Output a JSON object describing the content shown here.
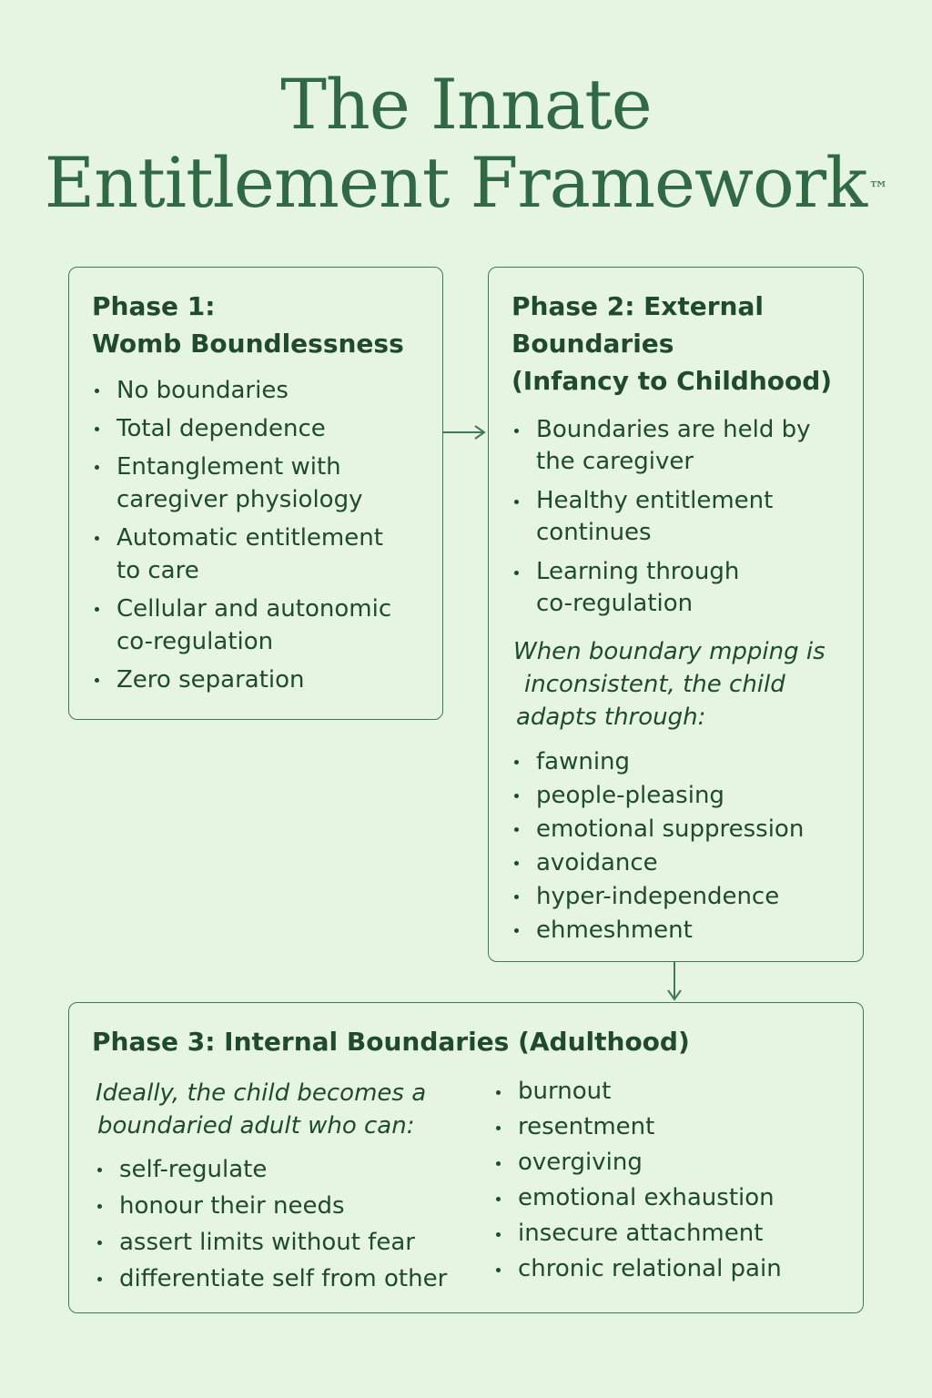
{
  "title": {
    "line1": "The Innate",
    "line2": "Entitlement Framework",
    "mark": "™"
  },
  "phase1": {
    "title_line1": "Phase 1:",
    "title_line2": "Womb Boundlessness",
    "items": [
      [
        "No boundaries"
      ],
      [
        "Total dependence"
      ],
      [
        "Entanglement with",
        "caregiver physiology"
      ],
      [
        "Automatic entitlement",
        "to care"
      ],
      [
        "Cellular and autonomic",
        "co-regulation"
      ],
      [
        "Zero separation"
      ]
    ]
  },
  "phase2": {
    "title_line1": "Phase 2: External",
    "title_line2": "Boundaries",
    "title_line3": "(Infancy to Childhood)",
    "items": [
      [
        "Boundaries are held by",
        "the caregiver"
      ],
      [
        "Healthy entitlement",
        "continues"
      ],
      [
        "Learning through",
        "co-regulation"
      ]
    ],
    "note_line1": "When boundary mpping is",
    "note_line2": "inconsistent, the child",
    "note_line3": "adapts through:",
    "adaptations": [
      "fawning",
      "people-pleasing",
      "emotional suppression",
      "avoidance",
      "hyper-independence",
      "ehmeshment"
    ]
  },
  "phase3": {
    "title": "Phase 3: Internal Boundaries (Adulthood)",
    "note_line1": "Ideally, the child becomes a",
    "note_line2": "boundaried adult who can:",
    "abilities": [
      "self-regulate",
      "honour their needs",
      "assert limits without fear",
      "differentiate self from other"
    ],
    "outcomes": [
      "burnout",
      "resentment",
      "overgiving",
      "emotional exhaustion",
      "insecure attachment",
      "chronic relational pain"
    ]
  },
  "colors": {
    "background": "#e6f4e2",
    "title": "#2f6a44",
    "text": "#1f4a2e",
    "border": "#3f7a52"
  }
}
